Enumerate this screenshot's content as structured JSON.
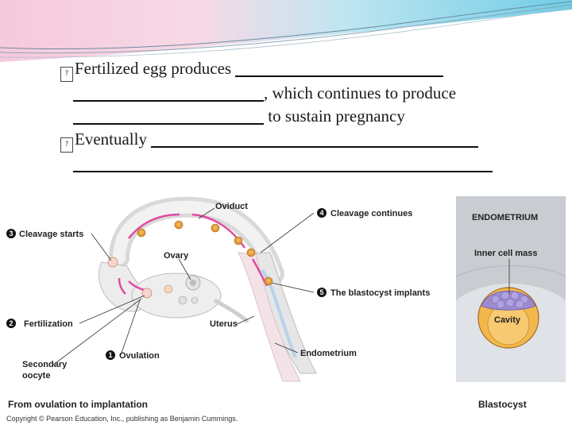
{
  "bullets": {
    "line1_text": "Fertilized egg produces",
    "line2_text": ", which continues to produce",
    "line3_text": "to sustain pregnancy",
    "line4_text": "Eventually"
  },
  "figure": {
    "labels": {
      "oviduct": "Oviduct",
      "cleavage_starts": "Cleavage starts",
      "ovary": "Ovary",
      "fertilization": "Fertilization",
      "secondary_oocyte_1": "Secondary",
      "secondary_oocyte_2": "oocyte",
      "ovulation": "Ovulation",
      "uterus": "Uterus",
      "cleavage_continues": "Cleavage continues",
      "blastocyst_implants": "The blastocyst implants",
      "endometrium": "Endometrium"
    },
    "steps": {
      "s1": "1",
      "s2": "2",
      "s3": "3",
      "s4": "4",
      "s5": "5"
    },
    "inset": {
      "endometrium": "ENDOMETRIUM",
      "inner_cell_mass": "Inner cell mass",
      "cavity": "Cavity",
      "caption": "Blastocyst"
    },
    "caption": "From ovulation to implantation",
    "copyright": "Copyright © Pearson Education, Inc., publishing as Benjamin Cummings."
  },
  "colors": {
    "header_cyan": "#7fd3e8",
    "header_pink": "#f4b6cf",
    "arrow_pink": "#e24aa0",
    "cell_orange": "#e8a23a",
    "inner_purple": "#9b8ad0",
    "inset_bg": "#c9ccd1"
  }
}
